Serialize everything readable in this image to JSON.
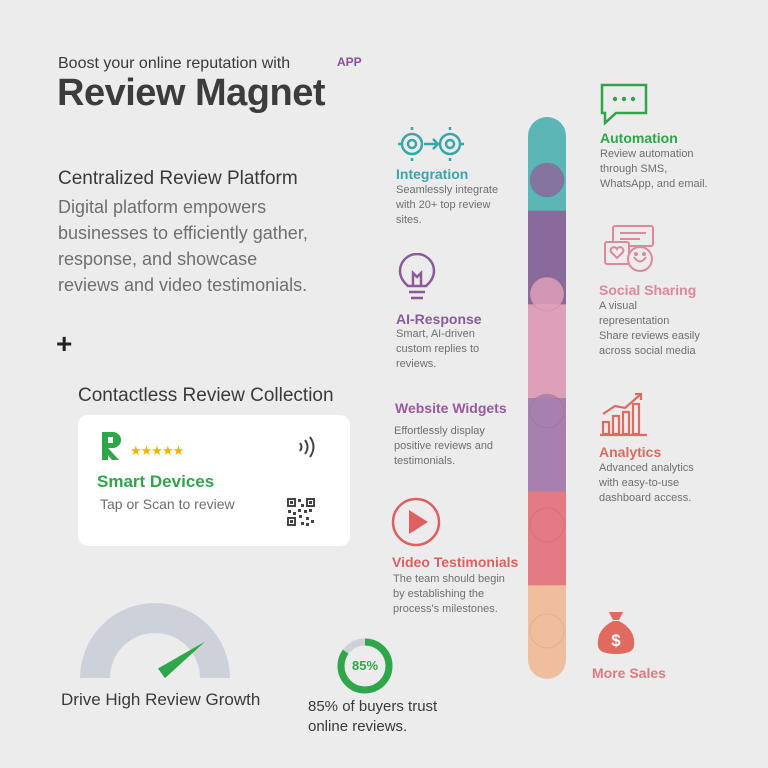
{
  "header": {
    "tagline": "Boost your online reputation with",
    "app_badge": "APP",
    "title": "Review Magnet"
  },
  "platform": {
    "heading": "Centralized Review Platform",
    "description": "Digital platform empowers\nbusinesses to efficiently gather,\nresponse, and showcase\nreviews and video testimonials."
  },
  "plus_icon": "+",
  "contactless": {
    "heading": "Contactless Review Collection",
    "card": {
      "stars": "★★★★★",
      "title": "Smart Devices",
      "subtitle": "Tap or Scan to review"
    }
  },
  "gauge": {
    "label": "Drive High Review Growth",
    "level_fraction": 0.8
  },
  "trust": {
    "percent_label": "85%",
    "percent_value": 85,
    "label": "85% of buyers trust\nonline reviews."
  },
  "features_left": [
    {
      "title": "Integration",
      "desc": "Seamlessly integrate\nwith 20+ top review\nsites.",
      "color": "#3aa6a8",
      "icon": "gears-icon"
    },
    {
      "title": "AI-Response",
      "desc": "Smart, AI-driven\ncustom replies to\nreviews.",
      "color": "#8a5a9a",
      "icon": "lightbulb-icon"
    },
    {
      "title": "Website Widgets",
      "desc": "Effortlessly display\npositive reviews and\ntestimonials.",
      "color": "#9a5aa0",
      "icon": ""
    },
    {
      "title": "Video Testimonials",
      "desc": "The team should begin\nby establishing the\nprocess's milestones.",
      "color": "#e0605f",
      "icon": "play-icon"
    }
  ],
  "features_right": [
    {
      "title": "Automation",
      "desc": "Review automation\nthrough SMS,\nWhatsApp, and email.",
      "color": "#2fa64a",
      "icon": "chat-icon"
    },
    {
      "title": "Social Sharing",
      "desc": "A visual\nrepresentation\nShare reviews easily\nacross social media",
      "color": "#e0879a",
      "icon": "share-icon"
    },
    {
      "title": "Analytics",
      "desc": "Advanced analytics\nwith easy-to-use\ndashboard access.",
      "color": "#e06a60",
      "icon": "bar-chart-icon"
    },
    {
      "title": "More Sales",
      "desc": "",
      "color": "#e07a80",
      "icon": "money-bag-icon"
    }
  ],
  "timeline_colors": [
    "#5cb6b6",
    "#8a6a9c",
    "#de9fb8",
    "#a880b0",
    "#e47a82",
    "#efbe9e"
  ]
}
